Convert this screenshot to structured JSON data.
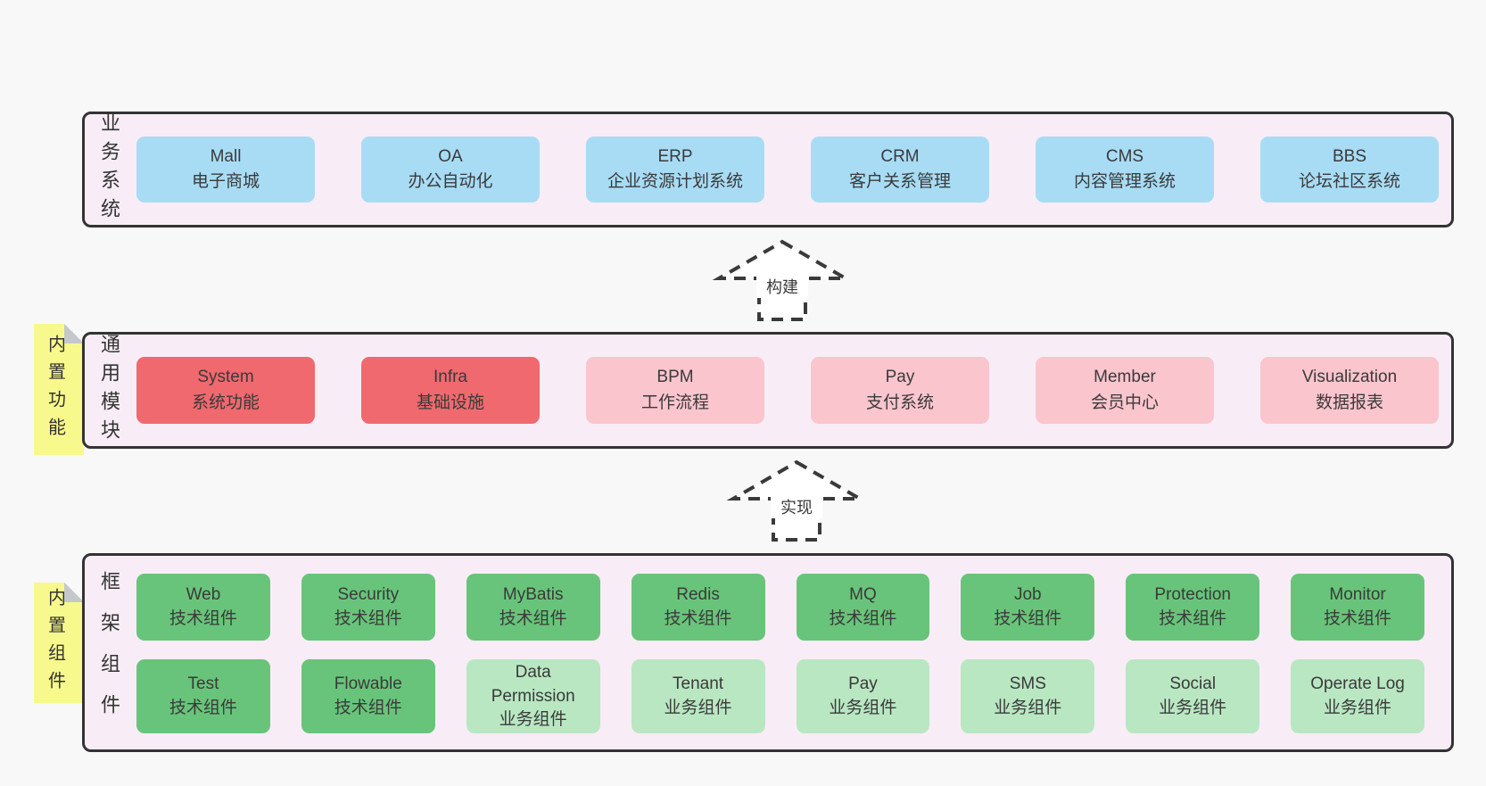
{
  "colors": {
    "page_bg": "#f8f8f8",
    "panel_bg": "#f8edf6",
    "panel_border": "#333333",
    "box_blue": "#a8dcf5",
    "box_red": "#ef696e",
    "box_pink": "#fbc5cd",
    "box_green": "#68c47a",
    "box_green_light": "#b9e7c2",
    "sticky_yellow": "#f8f98c",
    "sticky_fold_gray": "#c5c8cb",
    "text": "#3a3a3a"
  },
  "sections": {
    "business": {
      "label": "业务系统",
      "boxes": [
        {
          "en": "Mall",
          "zh": "电子商城",
          "variant": "blue"
        },
        {
          "en": "OA",
          "zh": "办公自动化",
          "variant": "blue"
        },
        {
          "en": "ERP",
          "zh": "企业资源计划系统",
          "variant": "blue"
        },
        {
          "en": "CRM",
          "zh": "客户关系管理",
          "variant": "blue"
        },
        {
          "en": "CMS",
          "zh": "内容管理系统",
          "variant": "blue"
        },
        {
          "en": "BBS",
          "zh": "论坛社区系统",
          "variant": "blue"
        }
      ]
    },
    "modules": {
      "label": "通用模块",
      "sticky": "内置功能",
      "boxes": [
        {
          "en": "System",
          "zh": "系统功能",
          "variant": "red"
        },
        {
          "en": "Infra",
          "zh": "基础设施",
          "variant": "red"
        },
        {
          "en": "BPM",
          "zh": "工作流程",
          "variant": "pink"
        },
        {
          "en": "Pay",
          "zh": "支付系统",
          "variant": "pink"
        },
        {
          "en": "Member",
          "zh": "会员中心",
          "variant": "pink"
        },
        {
          "en": "Visualization",
          "zh": "数据报表",
          "variant": "pink"
        }
      ]
    },
    "components": {
      "label": "框架组件",
      "sticky": "内置组件",
      "row1": [
        {
          "en": "Web",
          "zh": "技术组件",
          "variant": "green"
        },
        {
          "en": "Security",
          "zh": "技术组件",
          "variant": "green"
        },
        {
          "en": "MyBatis",
          "zh": "技术组件",
          "variant": "green"
        },
        {
          "en": "Redis",
          "zh": "技术组件",
          "variant": "green"
        },
        {
          "en": "MQ",
          "zh": "技术组件",
          "variant": "green"
        },
        {
          "en": "Job",
          "zh": "技术组件",
          "variant": "green"
        },
        {
          "en": "Protection",
          "zh": "技术组件",
          "variant": "green"
        },
        {
          "en": "Monitor",
          "zh": "技术组件",
          "variant": "green"
        }
      ],
      "row2": [
        {
          "en": "Test",
          "zh": "技术组件",
          "variant": "green"
        },
        {
          "en": "Flowable",
          "zh": "技术组件",
          "variant": "green"
        },
        {
          "en": "Data Permission",
          "zh": "业务组件",
          "variant": "green-light"
        },
        {
          "en": "Tenant",
          "zh": "业务组件",
          "variant": "green-light"
        },
        {
          "en": "Pay",
          "zh": "业务组件",
          "variant": "green-light"
        },
        {
          "en": "SMS",
          "zh": "业务组件",
          "variant": "green-light"
        },
        {
          "en": "Social",
          "zh": "业务组件",
          "variant": "green-light"
        },
        {
          "en": "Operate Log",
          "zh": "业务组件",
          "variant": "green-light"
        }
      ]
    }
  },
  "arrows": {
    "build": {
      "label": "构建"
    },
    "implement": {
      "label": "实现"
    }
  }
}
